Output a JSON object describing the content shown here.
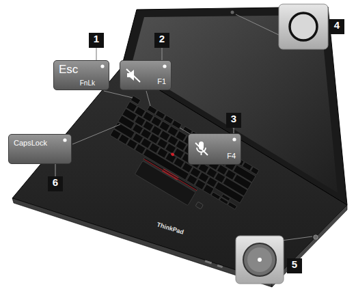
{
  "diagram": {
    "nodes": [
      {
        "text": [
          "1"
        ]
      },
      {
        "text": [
          "Esc",
          "FnLk"
        ]
      },
      {
        "text": [
          "2"
        ]
      },
      {
        "text": [
          "F1"
        ]
      },
      {
        "text": [
          "3"
        ]
      },
      {
        "text": [
          "F4"
        ]
      },
      {
        "text": [
          "4"
        ]
      },
      {
        "text": [
          "5"
        ]
      },
      {
        "text": [
          "6"
        ]
      },
      {
        "text": [
          "CapsLock"
        ]
      }
    ],
    "edges": [
      {
        "from": 0,
        "to": 1,
        "arrow": "none"
      },
      {
        "from": 2,
        "to": 3,
        "arrow": "none"
      },
      {
        "from": 4,
        "to": 5,
        "arrow": "none"
      },
      {
        "from": 8,
        "to": 9,
        "arrow": "none"
      }
    ],
    "labels": [
      "ThinkPad"
    ]
  }
}
